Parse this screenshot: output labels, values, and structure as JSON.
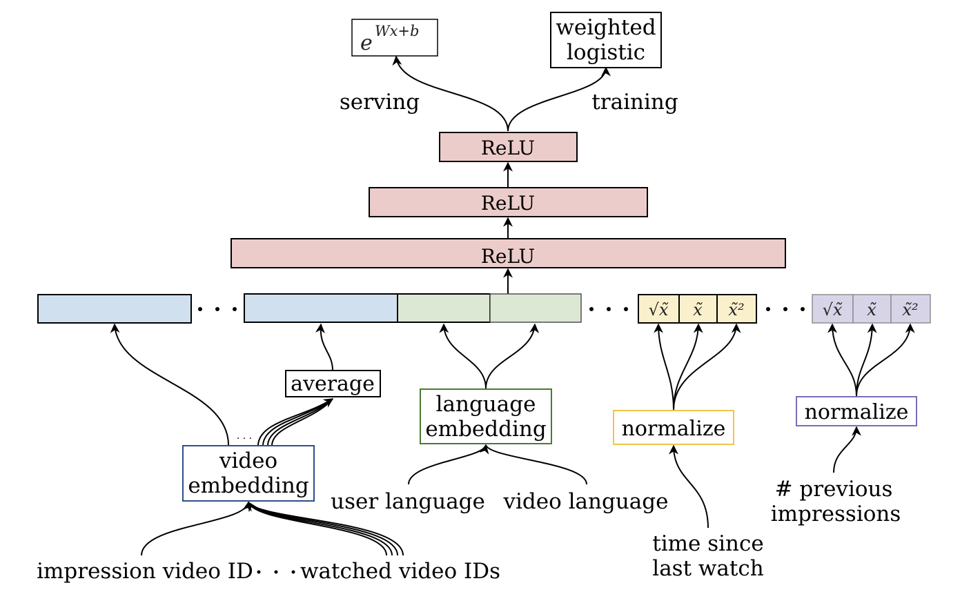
{
  "colors": {
    "relu_fill": "#ecccca",
    "video_feat_fill": "#d0e0ef",
    "lang_feat_fill": "#dde8d4",
    "time_feat_fill": "#faf0cc",
    "impr_feat_fill": "#d8d4e8",
    "video_embed_border": "#2e4f88",
    "lang_embed_border": "#4a7a30",
    "time_norm_border": "#efc44a",
    "impr_norm_border": "#7a6cb8"
  },
  "outputs": {
    "serving_box": "e^{Wx+b}",
    "serving_base": "e",
    "serving_exp": "Wx+b",
    "training_box_line1": "weighted",
    "training_box_line2": "logistic",
    "serving_label": "serving",
    "training_label": "training"
  },
  "layers": [
    {
      "label": "ReLU"
    },
    {
      "label": "ReLU"
    },
    {
      "label": "ReLU"
    }
  ],
  "features": {
    "ellipsis": "· · ·",
    "time_cells": [
      "√x̃",
      "x̃",
      "x̃²"
    ],
    "impr_cells": [
      "√x̃",
      "x̃",
      "x̃²"
    ]
  },
  "nodes": {
    "average": "average",
    "video_embedding_line1": "video",
    "video_embedding_line2": "embedding",
    "language_embedding_line1": "language",
    "language_embedding_line2": "embedding",
    "normalize_time": "normalize",
    "normalize_impr": "normalize",
    "embed_dots": "· · ·"
  },
  "inputs": {
    "impression_video_id": "impression video ID",
    "input_ellipsis": "· · ·",
    "watched_video_ids": "watched video IDs",
    "user_language": "user language",
    "video_language": "video language",
    "time_since_line1": "time since",
    "time_since_line2": "last watch",
    "prev_impr_line1": "# previous",
    "prev_impr_line2": "impressions"
  }
}
